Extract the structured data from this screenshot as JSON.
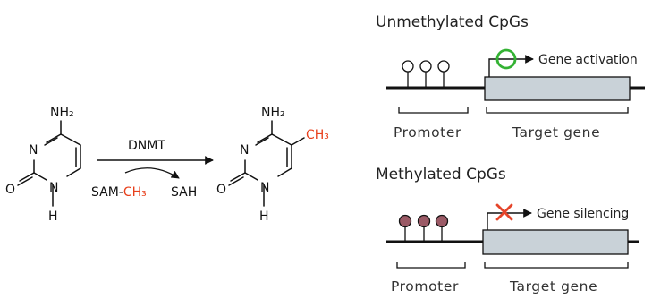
{
  "reaction": {
    "substrate": {
      "amino_group": "NH₂",
      "ring_n_upper": "N",
      "ring_n_lower": "N",
      "ring_h": "H",
      "carbonyl_o": "O"
    },
    "product": {
      "amino_group": "NH₂",
      "methyl_group": "CH₃",
      "ring_n_upper": "N",
      "ring_n_lower": "N",
      "ring_h": "H",
      "carbonyl_o": "O"
    },
    "enzyme": "DNMT",
    "donor_prefix": "SAM-",
    "donor_methyl": "CH₃",
    "byproduct": "SAH"
  },
  "panels": {
    "unmethylated": {
      "title": "Unmethylated CpGs",
      "outcome": "Gene activation",
      "promoter_label": "Promoter",
      "gene_label": "Target gene"
    },
    "methylated": {
      "title": "Methylated CpGs",
      "outcome": "Gene silencing",
      "promoter_label": "Promoter",
      "gene_label": "Target gene"
    }
  },
  "colors": {
    "methyl_red": "#e8401c",
    "activation_green": "#33b233",
    "silencing_red": "#e5452a",
    "methylated_site_fill": "#9b5a66",
    "gene_box_fill": "#c9d2d8",
    "line_dark": "#111111"
  }
}
